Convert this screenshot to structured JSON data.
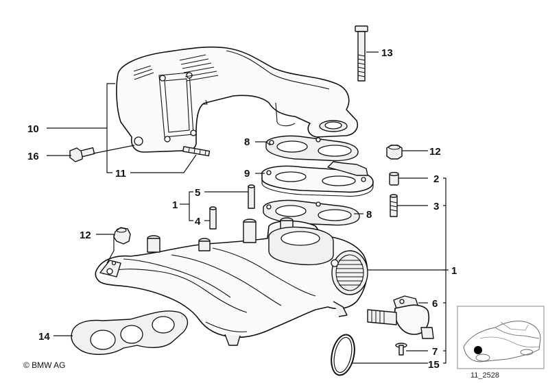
{
  "diagram": {
    "callouts": {
      "c1a": "1",
      "c1b": "1",
      "c2": "2",
      "c3": "3",
      "c4": "4",
      "c5": "5",
      "c6": "6",
      "c7": "7",
      "c8a": "8",
      "c8b": "8",
      "c9": "9",
      "c10": "10",
      "c11": "11",
      "c12a": "12",
      "c12b": "12",
      "c13": "13",
      "c14": "14",
      "c15": "15",
      "c16": "16"
    },
    "copyright": "© BMW AG",
    "figure_code": "11_2528"
  }
}
